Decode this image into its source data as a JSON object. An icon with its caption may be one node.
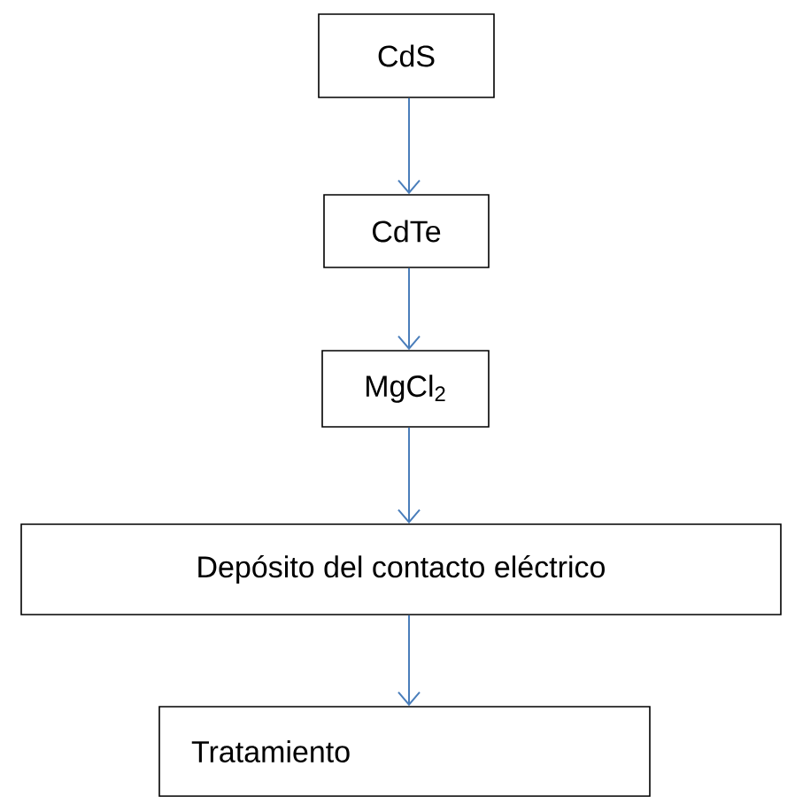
{
  "diagram": {
    "nodes": [
      {
        "text": [
          "CdS"
        ]
      },
      {
        "text": [
          "CdTe"
        ]
      },
      {
        "text": [
          "MgCl$_{2}$"
        ]
      },
      {
        "text": [
          "Depósito del contacto eléctrico"
        ]
      },
      {
        "text": [
          "Tratamiento"
        ]
      }
    ],
    "edges": [
      {
        "from": 0,
        "to": 1,
        "arrow": "to"
      },
      {
        "from": 1,
        "to": 2,
        "arrow": "to"
      },
      {
        "from": 2,
        "to": 3,
        "arrow": "to"
      },
      {
        "from": 3,
        "to": 4,
        "arrow": "to"
      }
    ]
  }
}
